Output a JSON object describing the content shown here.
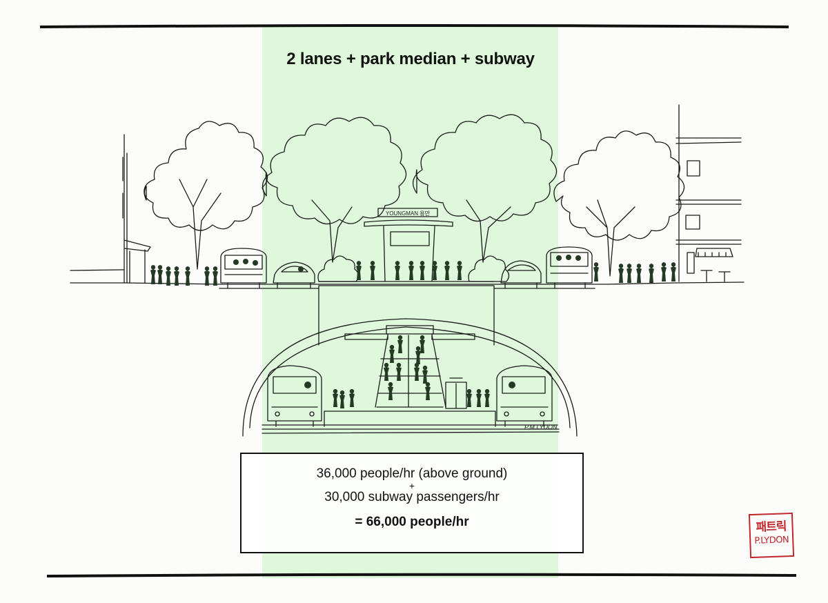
{
  "title": "2 lanes + park median + subway",
  "station_sign": "YOUNGMAN 용만",
  "artist_signature": "P.M.LYDON",
  "capacity": {
    "above_ground": "36,000 people/hr (above ground)",
    "plus": "+",
    "subway": "30,000 subway passengers/hr",
    "total": "= 66,000 people/hr"
  },
  "stamp": {
    "korean": "패트릭",
    "latin": "P.LYDON"
  },
  "colors": {
    "median_highlight": "#dff8dc",
    "ink": "#111111",
    "stamp_red": "#c1272d",
    "people_fill": "#243a24"
  },
  "icons": [
    "tree-icon",
    "bus-icon",
    "car-icon",
    "person-icon",
    "building-icon",
    "subway-train-icon",
    "escalator-icon",
    "elevator-icon"
  ]
}
